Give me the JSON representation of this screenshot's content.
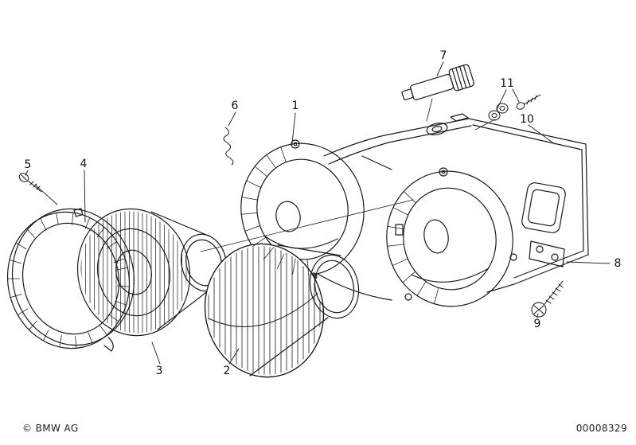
{
  "page": {
    "background_color": "#ffffff",
    "line_color": "#1a1a1a"
  },
  "footer": {
    "copyright": "© BMW AG",
    "drawing_number": "00008329"
  },
  "callouts": [
    {
      "label": "1"
    },
    {
      "label": "2"
    },
    {
      "label": "3"
    },
    {
      "label": "4"
    },
    {
      "label": "5"
    },
    {
      "label": "6"
    },
    {
      "label": "7"
    },
    {
      "label": "8"
    },
    {
      "label": "9"
    },
    {
      "label": "10"
    },
    {
      "label": "11"
    }
  ]
}
